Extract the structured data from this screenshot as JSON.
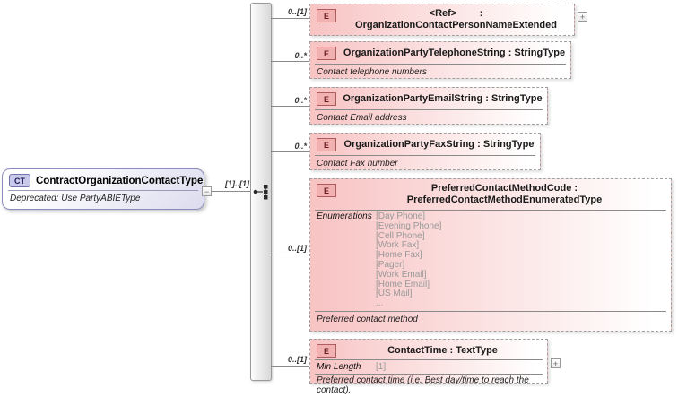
{
  "diagram": {
    "root": {
      "badge": "CT",
      "name": "ContractOrganizationContactType",
      "annotation": "Deprecated: Use PartyABIEType",
      "cardinality": "[1]..[1]",
      "collapse_glyph": "−"
    },
    "compositor": "sequence",
    "elements": [
      {
        "badge": "E",
        "cardinality": "0..[1]",
        "name": "<Ref>",
        "type": ": OrganizationContactPersonNameExtended",
        "expand_glyph": "+"
      },
      {
        "badge": "E",
        "cardinality": "0..*",
        "name": "OrganizationPartyTelephoneString",
        "type": ": StringType",
        "annotation": "Contact telephone numbers"
      },
      {
        "badge": "E",
        "cardinality": "0..*",
        "name": "OrganizationPartyEmailString",
        "type": ": StringType",
        "annotation": "Contact Email address"
      },
      {
        "badge": "E",
        "cardinality": "0..*",
        "name": "OrganizationPartyFaxString",
        "type": ": StringType",
        "annotation": "Contact Fax number"
      },
      {
        "badge": "E",
        "cardinality": "0..[1]",
        "name": "PreferredContactMethodCode",
        "type": ": PreferredContactMethodEnumeratedType",
        "facet_label": "Enumerations",
        "enumerations": [
          "[Day Phone]",
          "[Evening Phone]",
          "[Cell Phone]",
          "[Work Fax]",
          "[Home Fax]",
          "[Pager]",
          "[Work Email]",
          "[Home Email]",
          "[US Mail]",
          "..."
        ],
        "annotation": "Preferred contact method"
      },
      {
        "badge": "E",
        "cardinality": "0..[1]",
        "name": "ContactTime",
        "type": ": TextType",
        "facet_label": "Min Length",
        "facet_value": "[1]",
        "annotation": "Preferred contact time (i.e. Best day/time to reach the contact).",
        "expand_glyph": "+"
      }
    ],
    "colors": {
      "element_fill": "#f8c3c3",
      "element_border": "#a0a0a0",
      "root_fill": "#dcdcef",
      "root_border": "#8d8dbb",
      "badge_e_fill": "#f2b1b1",
      "badge_ct_fill": "#c9c9e9",
      "line": "#8a8a8a"
    }
  }
}
